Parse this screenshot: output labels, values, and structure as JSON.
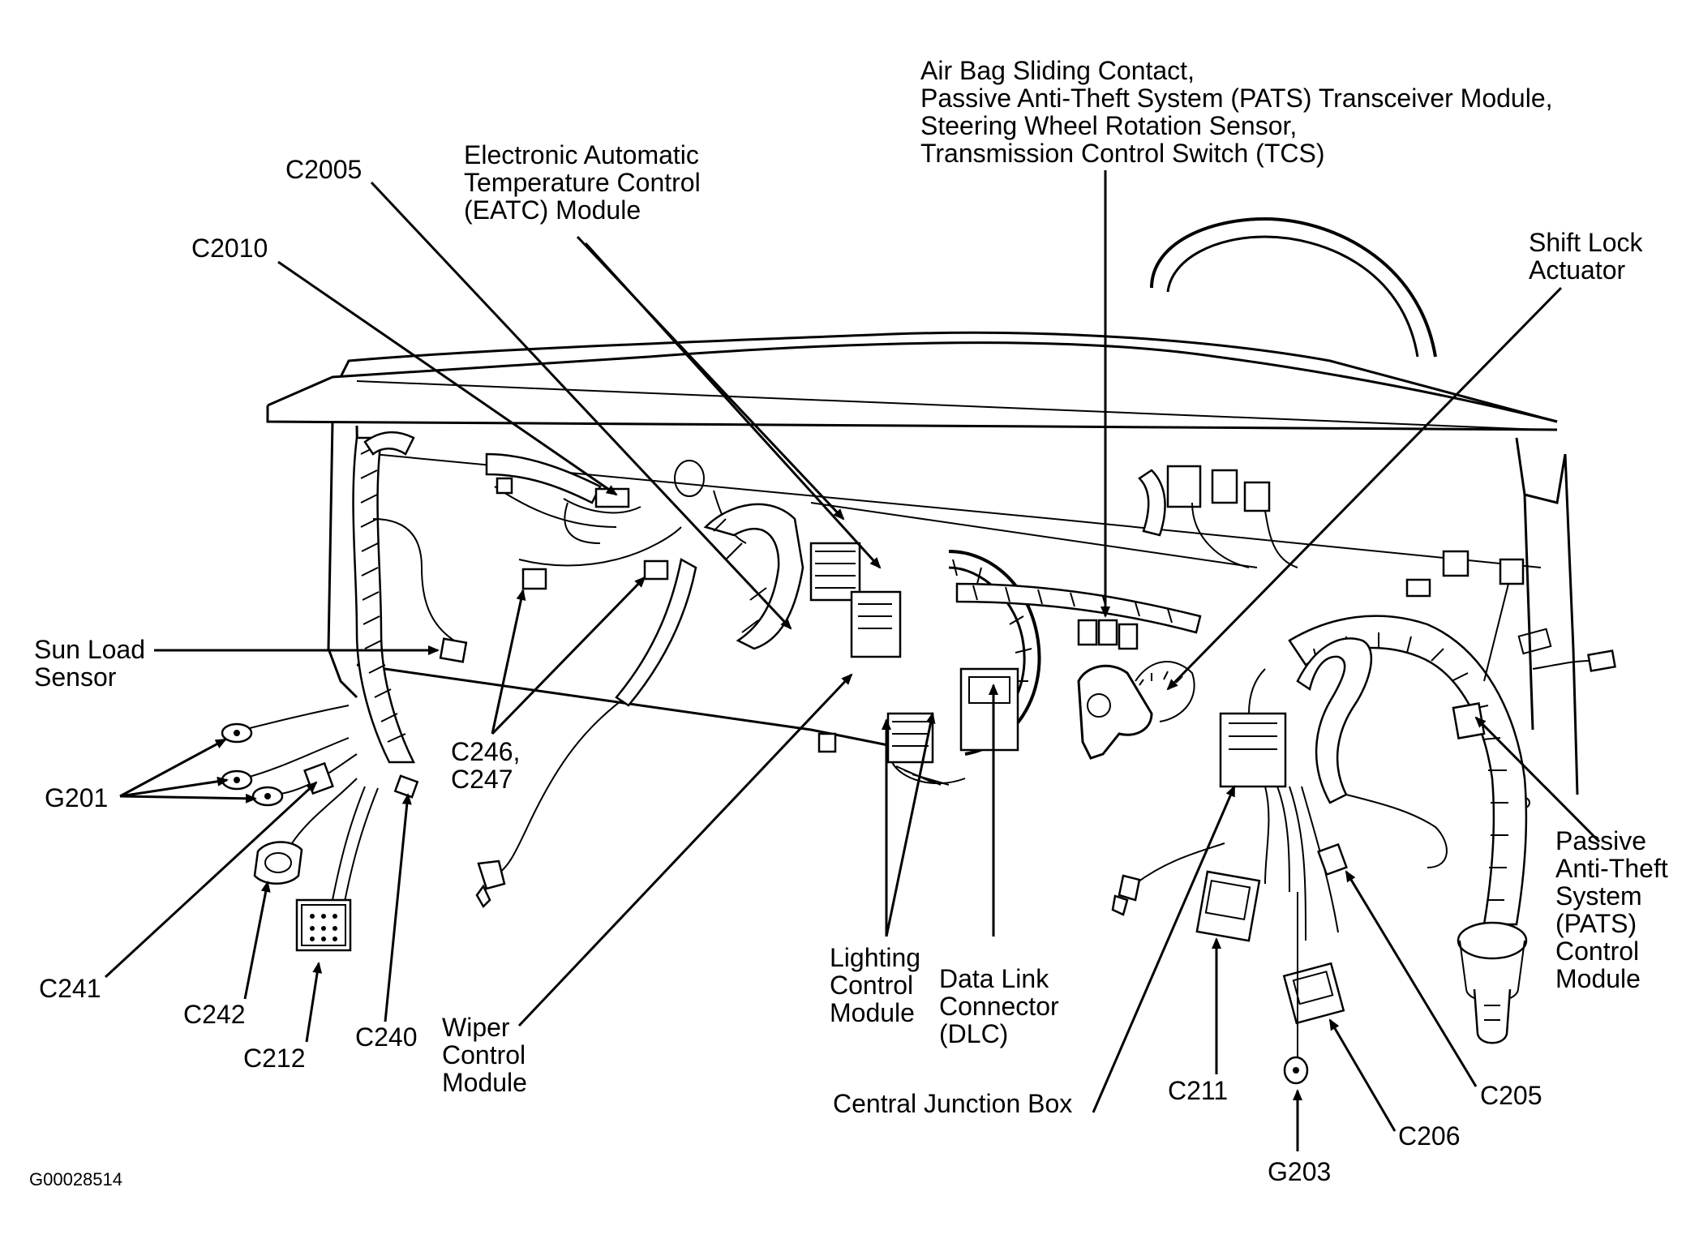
{
  "figure_id": "G00028514",
  "labels": {
    "air_bag": [
      "Air Bag Sliding Contact,",
      "Passive Anti-Theft System (PATS) Transceiver Module,",
      "Steering Wheel Rotation Sensor,",
      "Transmission Control Switch (TCS)"
    ],
    "eatc": [
      "Electronic Automatic",
      "Temperature Control",
      "(EATC) Module"
    ],
    "c2005": "C2005",
    "c2010": "C2010",
    "shift_lock": [
      "Shift Lock",
      "Actuator"
    ],
    "sun_load": [
      "Sun Load",
      "Sensor"
    ],
    "g201": "G201",
    "c246_c247": [
      "C246,",
      "C247"
    ],
    "c241": "C241",
    "c242": "C242",
    "c212": "C212",
    "c240": "C240",
    "wiper": [
      "Wiper",
      "Control",
      "Module"
    ],
    "lighting": [
      "Lighting",
      "Control",
      "Module"
    ],
    "dlc": [
      "Data Link",
      "Connector",
      "(DLC)"
    ],
    "cjb": "Central Junction Box",
    "c211": "C211",
    "g203": "G203",
    "c206": "C206",
    "c205": "C205",
    "pats": [
      "Passive",
      "Anti-Theft",
      "System",
      "(PATS)",
      "Control",
      "Module"
    ]
  }
}
